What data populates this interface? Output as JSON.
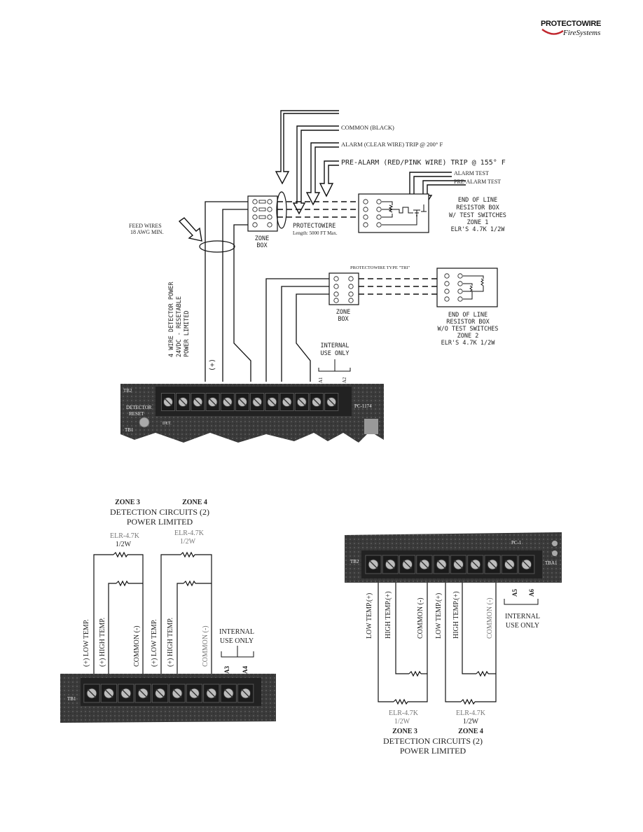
{
  "logo": {
    "brand": "PROTECTOWIRE",
    "sub": "FireSystems",
    "accent": "#c0262d"
  },
  "top_diagram": {
    "common": "COMMON (BLACK)",
    "alarm": "ALARM (CLEAR WIRE) TRIP @ 200° F",
    "prealarm": "PRE-ALARM (RED/PINK WIRE) TRIP @ 155° F",
    "alarm_test": "ALARM TEST",
    "prealarm_test": "PRE-ALARM TEST",
    "eol1": [
      "END OF LINE",
      "RESISTOR BOX",
      "W/ TEST SWITCHES",
      "ZONE 1",
      "ELR'S 4.7K 1/2W"
    ],
    "feed": [
      "FEED WIRES",
      "18 AWG MIN."
    ],
    "zone_box": [
      "ZONE",
      "BOX"
    ],
    "protectowire": "PROTECTOWIRE",
    "length": "Length: 5000 FT Max.",
    "type_tri": "PROTECTOWIRE TYPE \"TRI\"",
    "zone_box2": [
      "ZONE",
      "BOX"
    ],
    "eol2": [
      "END OF LINE",
      "RESISTOR BOX",
      "W/O TEST SWITCHES",
      "ZONE 2",
      "ELR'S 4.7K 1/2W"
    ],
    "detector_power": [
      "4 WIRE DETECTOR POWER",
      "24VDC - RESETABLE",
      "POWER LIMITED"
    ],
    "plus": "(+)",
    "internal": [
      "INTERNAL",
      "USE ONLY"
    ],
    "a1": "A1",
    "a2": "A2",
    "board": {
      "tb2": "TB2",
      "tb1": "TB1",
      "detector": "DETECTOR",
      "reset": "RESET",
      "pc": "PC-1174",
      "det": "DET."
    }
  },
  "left_diagram": {
    "zone3": "ZONE 3",
    "zone4": "ZONE 4",
    "title1": "DETECTION CIRCUITS (2)",
    "title2": "POWER LIMITED",
    "elr": "ELR-4.7K",
    "half": "1/2W",
    "low": "(+) LOW TEMP.",
    "high": "(+) HIGH TEMP.",
    "common": "COMMON (-)",
    "common_b": "COMMON (-)",
    "internal": [
      "INTERNAL",
      "USE ONLY"
    ],
    "a3": "A3",
    "a4": "A4",
    "tb1": "TB1"
  },
  "right_diagram": {
    "low": "LOW TEMP.(+)",
    "high": "HIGH TEMP.(+)",
    "common": "COMMON (-)",
    "low2": "LOW TEMP.(+)",
    "high2": "HIGH TEMP.(+)",
    "common2": "COMMON (-)",
    "a5": "A5",
    "a6": "A6",
    "internal": [
      "INTERNAL",
      "USE ONLY"
    ],
    "elr": "ELR-4.7K",
    "half": "1/2W",
    "zone3": "ZONE 3",
    "zone4": "ZONE 4",
    "title1": "DETECTION CIRCUITS (2)",
    "title2": "POWER LIMITED",
    "tb2": "TB2",
    "tba1": "TBA1",
    "pc": "PC-1"
  }
}
